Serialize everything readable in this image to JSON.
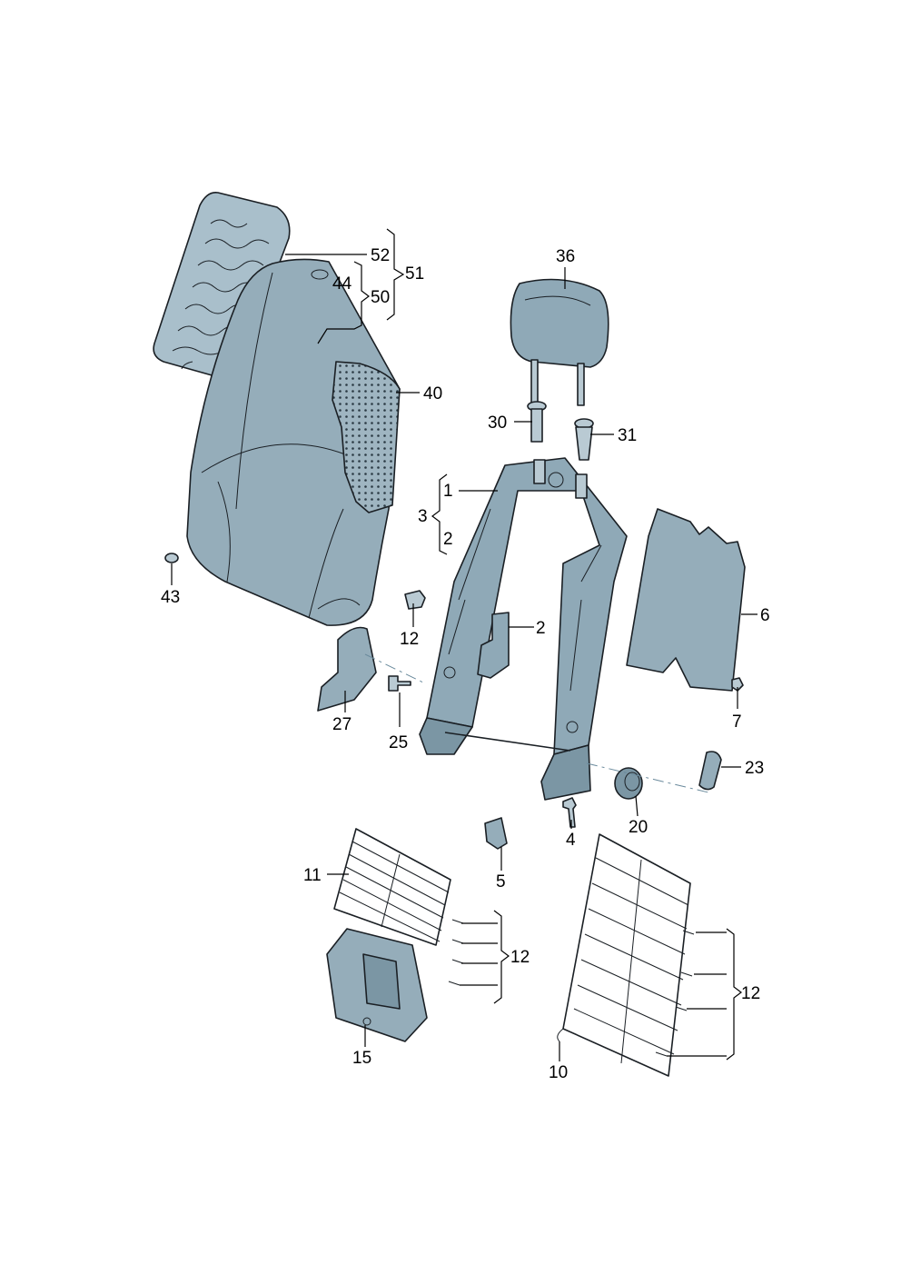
{
  "diagram": {
    "colors": {
      "part_fill": "#8fa9b7",
      "part_light": "#b9cad3",
      "part_dark": "#5f7a88",
      "outline": "#1a1f24",
      "label": "#000000"
    },
    "labels": {
      "l52": "52",
      "l51": "51",
      "l44": "44",
      "l50": "50",
      "l40": "40",
      "l36": "36",
      "l30": "30",
      "l31": "31",
      "l1": "1",
      "l3": "3",
      "l2a": "2",
      "l2b": "2",
      "l6": "6",
      "l43": "43",
      "l12a": "12",
      "l27": "27",
      "l25": "25",
      "l7": "7",
      "l23": "23",
      "l20": "20",
      "l4": "4",
      "l5": "5",
      "l11": "11",
      "l12b": "12",
      "l12c": "12",
      "l15": "15",
      "l10": "10"
    }
  }
}
